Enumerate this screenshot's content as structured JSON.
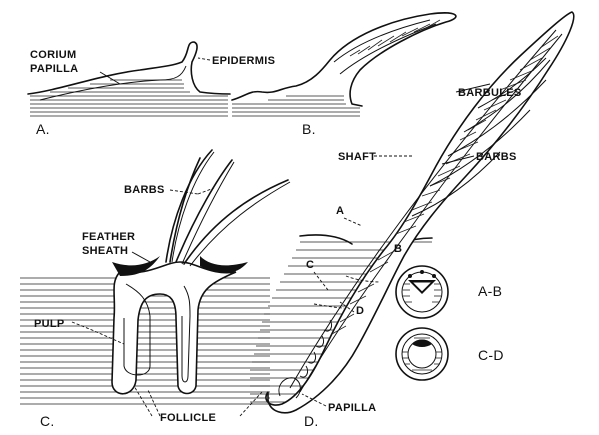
{
  "labels": {
    "corium": "CORIUM",
    "papilla_a": "PAPILLA",
    "epidermis": "EPIDERMIS",
    "panel_a": "A.",
    "panel_b": "B.",
    "barbules": "BARBULES",
    "shaft": "SHAFT",
    "barbs_d": "BARBS",
    "barbs_c": "BARBS",
    "feather": "FEATHER",
    "sheath": "SHEATH",
    "pulp": "PULP",
    "panel_c": "C.",
    "follicle": "FOLLICLE",
    "panel_d": "D.",
    "papilla_d": "PAPILLA",
    "sec_a": "A",
    "sec_b": "B",
    "sec_c": "C",
    "sec_d": "D",
    "xs_ab": "A-B",
    "xs_cd": "C-D"
  }
}
